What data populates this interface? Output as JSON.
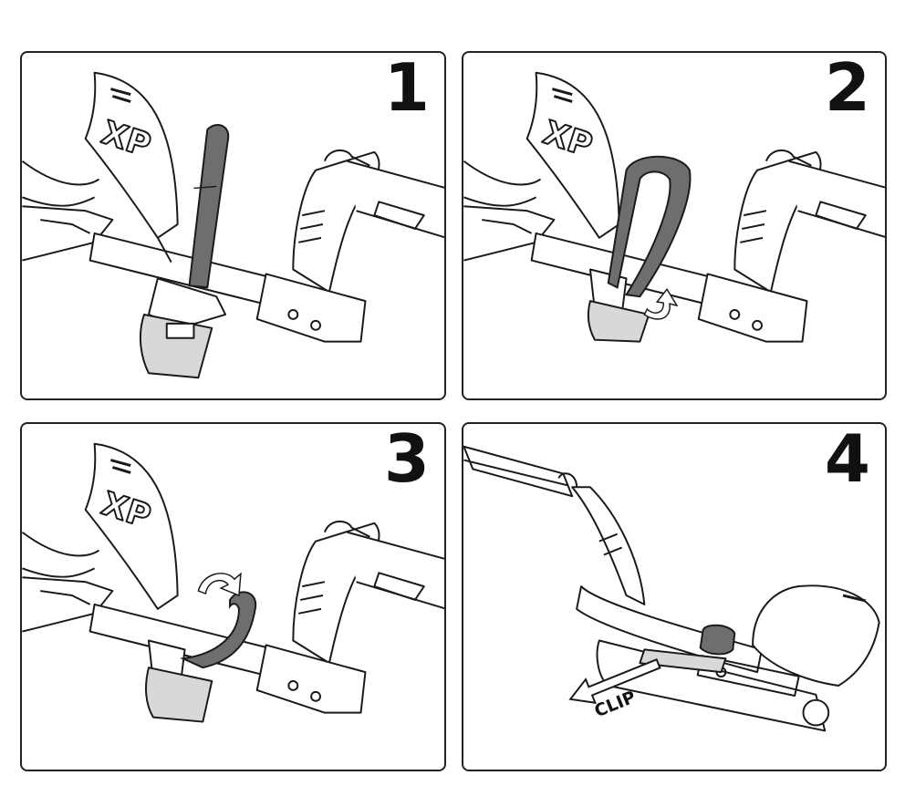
{
  "steps": [
    {
      "number": "1"
    },
    {
      "number": "2"
    },
    {
      "number": "3"
    },
    {
      "number": "4"
    }
  ],
  "panel4": {
    "arrow_label": "CLIP"
  },
  "colors": {
    "strap": "#6e6e6e",
    "outline": "#1a1a1a",
    "clip_fill": "#d8d8d8",
    "background": "#ffffff"
  },
  "icons": [
    "xp-logo-icon",
    "rotate-arrow-icon",
    "clip-arrow-icon"
  ]
}
